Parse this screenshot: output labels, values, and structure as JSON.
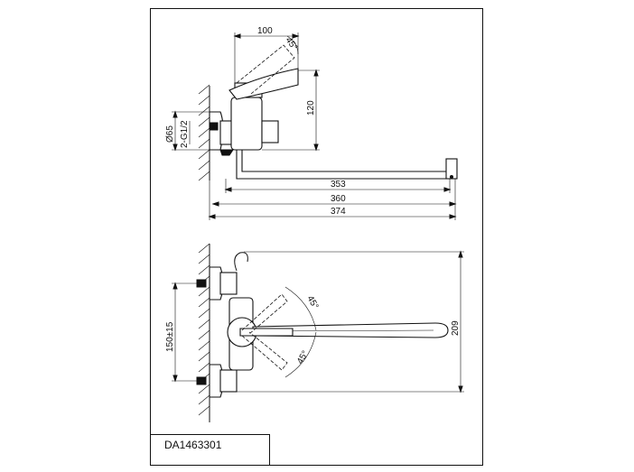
{
  "drawing": {
    "code": "DA1463301",
    "top_view": {
      "handle_reach": "100",
      "handle_angle": "45°",
      "height": "120",
      "escutcheon_diameter": "Ø65",
      "thread": "2-G1/2",
      "spout_length_1": "353",
      "spout_length_2": "360",
      "overall_length": "374"
    },
    "front_view": {
      "center_distance": "150±15",
      "swing_angle_upper": "45°",
      "swing_angle_lower": "45°",
      "overall_height": "209"
    }
  }
}
